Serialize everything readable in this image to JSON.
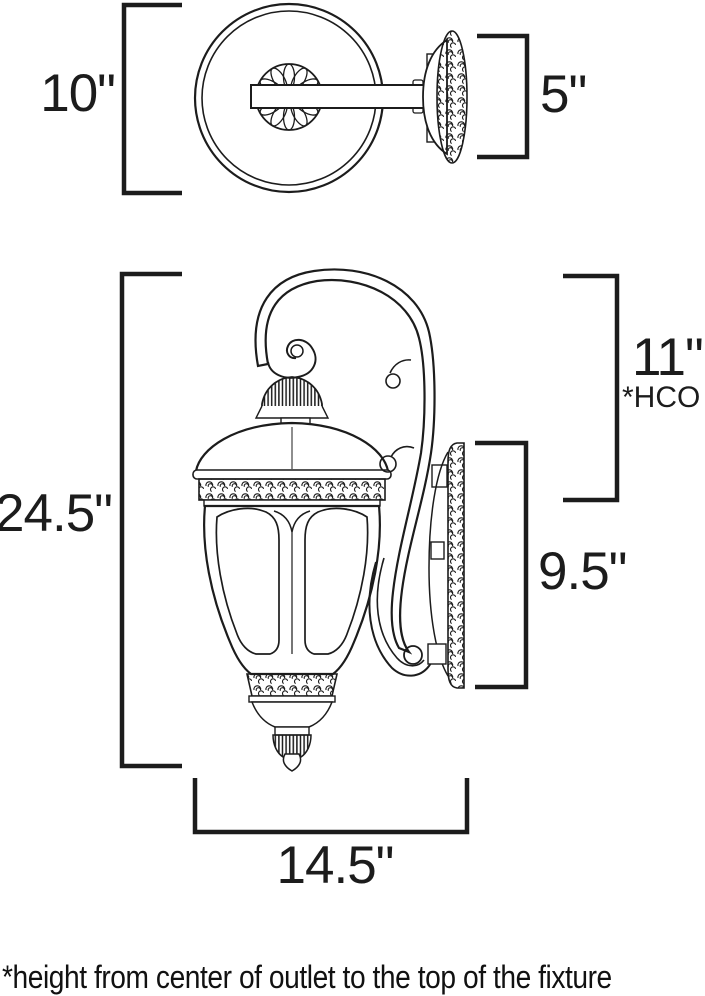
{
  "diagram": {
    "type": "product dimension line drawing",
    "subject": "outdoor wall-mount lantern sconce, top view and front view"
  },
  "dimensions": {
    "top_view_height": "10\"",
    "top_view_backplate": "5\"",
    "fixture_height": "24.5\"",
    "height_center_outlet": "11\"",
    "hco_abbrev": "*HCO",
    "backplate_height": "9.5\"",
    "fixture_width": "14.5\""
  },
  "footnote": "*height from center of outlet to the top of the fixture",
  "colors": {
    "line": "#1c1c1c",
    "background": "#ffffff"
  }
}
